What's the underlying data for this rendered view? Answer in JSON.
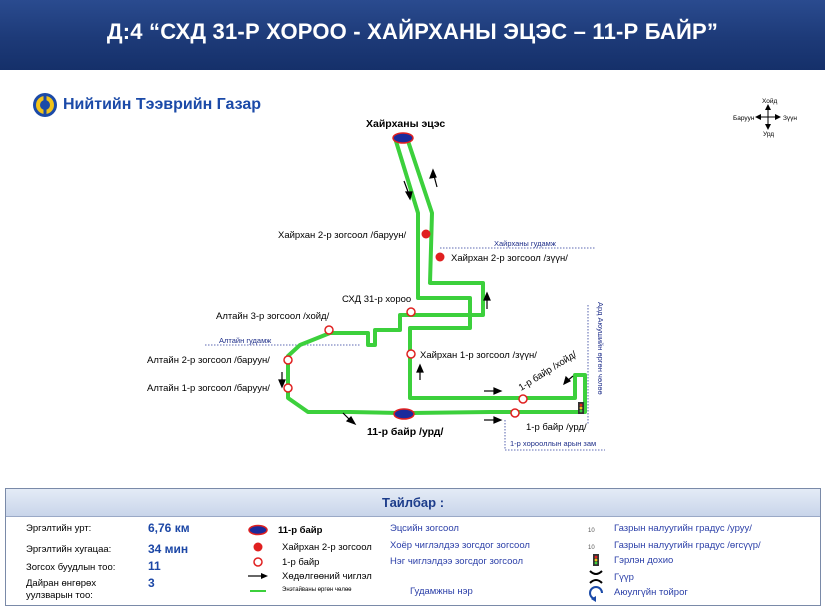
{
  "header": {
    "title": "Д:4 “СХД 31-Р ХОРОО - ХАЙРХАНЫ ЭЦЭС – 11-Р БАЙР”"
  },
  "org": {
    "name": "Нийтийн Тээврийн Газар"
  },
  "compass": {
    "north": "Хойд",
    "south": "Урд",
    "west": "Баруун",
    "east": "Зүүн"
  },
  "stops": {
    "terminal_top": "Хайрханы эцэс",
    "khairkhan2_west": "Хайрхан 2-р зогсоол /баруун/",
    "khairkhan2_east": "Хайрхан 2-р зогсоол /зүүн/",
    "skhd31": "СХД 31-р хороо",
    "altai3_north": "Алтайн 3-р зогсоол /хойд/",
    "khairkhan1_east": "Хайрхан 1-р зогсоол /зүүн/",
    "altai2_west": "Алтайн 2-р зогсоол /баруун/",
    "altai1_west": "Алтайн 1-р зогсоол /баруун/",
    "bair1_north": "1-р байр /хойд/",
    "bair1_south": "1-р байр /урд/",
    "terminal_bottom": "11-р байр /урд/"
  },
  "streets": {
    "khairkhan": "Хайрханы гудамж",
    "altai": "Алтайн гудамж",
    "ard_ayush": "Ард Аюушийн өргөн чөлөө",
    "khoroo1_back": "1-р хорооллын арын зам"
  },
  "legend": {
    "title": "Тайлбар :",
    "stats": [
      {
        "label": "Эргэлтийн урт:",
        "value": "6,76 км"
      },
      {
        "label": "Эргэлтийн хугацаа:",
        "value": "34 мин"
      },
      {
        "label": "Зогсох буудлын тоо:",
        "value": "11"
      },
      {
        "label": "Дайран өнгөрөх\nуулзварын тоо:",
        "value": "3"
      }
    ],
    "symbols": {
      "terminal": "11-р байр",
      "two_way_stop": "Хайрхан 2-р зогсоол",
      "one_way_stop": "1-р байр",
      "direction": "Хөдөлгөөний чиглэл",
      "avenue": "Энэтайваны өргөн чөлөө"
    },
    "stop_types": {
      "terminal": "Эцсийн зогсоол",
      "two_way": "Хоёр чиглэлдээ зогсдог зогсоол",
      "one_way": "Нэг чиглэлдээ зогсдог зогсоол",
      "street_name": "Гудамжны нэр"
    },
    "right": {
      "slope_down": "Газрын налуугийн градус /уруу/",
      "slope_up": "Газрын налуугийн градус /өгсүүр/",
      "traffic_light": "Гэрлэн дохио",
      "bridge": "Гүүр",
      "roundabout": "Аюулгүйн тойрог",
      "slope_down_icon_text": "10",
      "slope_up_icon_text": "10"
    }
  },
  "colors": {
    "route": "#3cd03c",
    "stop_red": "#e02020",
    "terminal_blue": "#1a2a9c",
    "header": "#1d3a78"
  }
}
